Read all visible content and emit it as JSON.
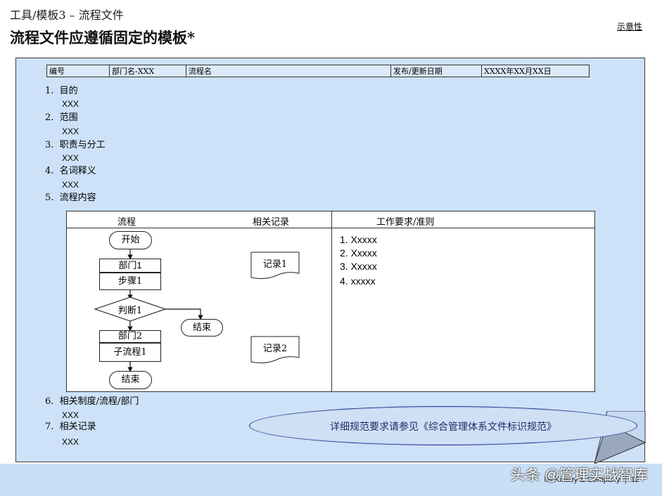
{
  "header": {
    "title_line1": "工具/模板3 – 流程文件",
    "title_line2": "流程文件应遵循固定的模板*",
    "illustrative_tag": "示意性"
  },
  "meta_table": {
    "cells": [
      "编号",
      "部门名-XXX",
      "流程名",
      "",
      "发布/更新日期",
      "XXXX年XX月XX日"
    ]
  },
  "sections": [
    {
      "num": "1.",
      "title": "目的",
      "content": "XXX"
    },
    {
      "num": "2.",
      "title": "范围",
      "content": "XXX"
    },
    {
      "num": "3.",
      "title": "职责与分工",
      "content": "XXX"
    },
    {
      "num": "4.",
      "title": "名词释义",
      "content": "XXX"
    },
    {
      "num": "5.",
      "title": "流程内容"
    },
    {
      "num": "6.",
      "title": "相关制度/流程/部门",
      "content": "XXX"
    },
    {
      "num": "7.",
      "title": "相关记录",
      "content": "XXX"
    }
  ],
  "process_table": {
    "col_process": "流程",
    "col_records": "相关记录",
    "col_requirements": "工作要求/准则",
    "flow": {
      "start": "开始",
      "dept1": "部门1",
      "step1": "步骤1",
      "decision1": "判断1",
      "end_branch": "结束",
      "dept2": "部门2",
      "subprocess1": "子流程1",
      "end": "结束"
    },
    "records": [
      "记录1",
      "记录2"
    ],
    "requirements": [
      "1. Xxxxx",
      "2. Xxxxx",
      "3. Xxxxx",
      "4. xxxxx"
    ]
  },
  "callout": "详细规范要求请参见《综合管理体系文件标识规范》",
  "footer": {
    "company": "McKinsey & Company",
    "page": "12",
    "watermark": "头条 @管理实战智库"
  }
}
